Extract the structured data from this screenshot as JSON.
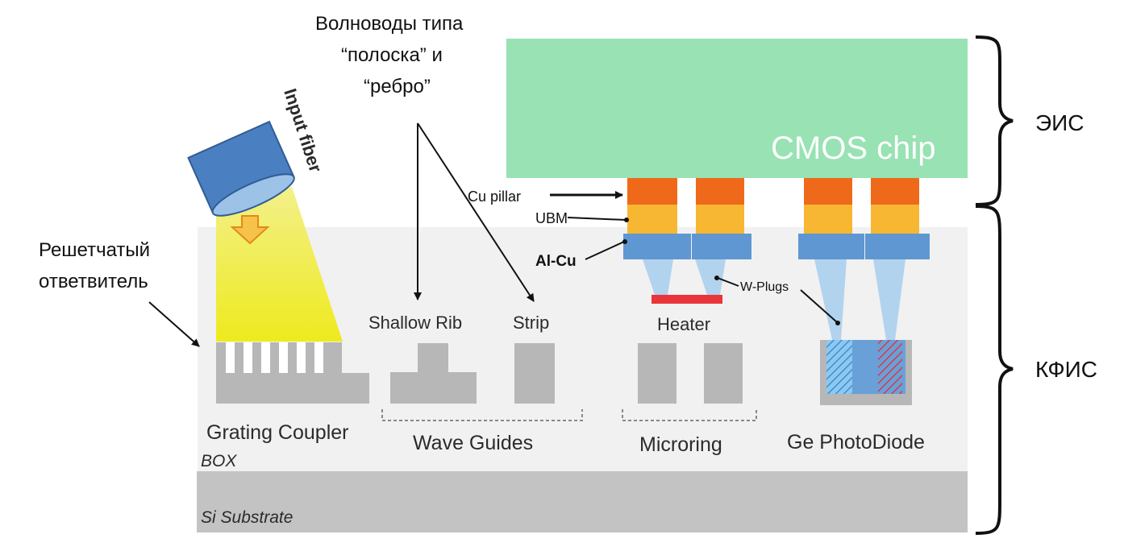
{
  "labels": {
    "waveguides_caption": [
      "Волноводы типа",
      "“полоска” и",
      "“ребро”"
    ],
    "coupler_caption": [
      "Решетчатый",
      "ответвитель"
    ],
    "eis": "ЭИС",
    "kfis": "КФИС",
    "input_fiber": "Input fiber",
    "cmos_chip": "CMOS chip",
    "cu_pillar": "Cu pillar",
    "ubm": "UBM",
    "al_cu": "Al-Cu",
    "w_plugs": "W-Plugs",
    "shallow_rib": "Shallow Rib",
    "strip": "Strip",
    "heater": "Heater",
    "grating_coupler": "Grating Coupler",
    "wave_guides": "Wave Guides",
    "microring": "Microring",
    "ge_photodiode": "Ge PhotoDiode",
    "box": "BOX",
    "si_substrate": "Si Substrate"
  },
  "colors": {
    "cmos": "#98e2b3",
    "box_layer": "#f1f1f1",
    "substrate": "#c3c3c3",
    "silicon": "#b7b7b7",
    "copper": "#ee6a1a",
    "ubm": "#f7b733",
    "alcu": "#5f97d2",
    "wplug": "#b2d3ee",
    "heater": "#e8343a",
    "light": "#f0ee2a",
    "fiber": "#4a7fc1",
    "cmos_text": "#ffffff"
  }
}
